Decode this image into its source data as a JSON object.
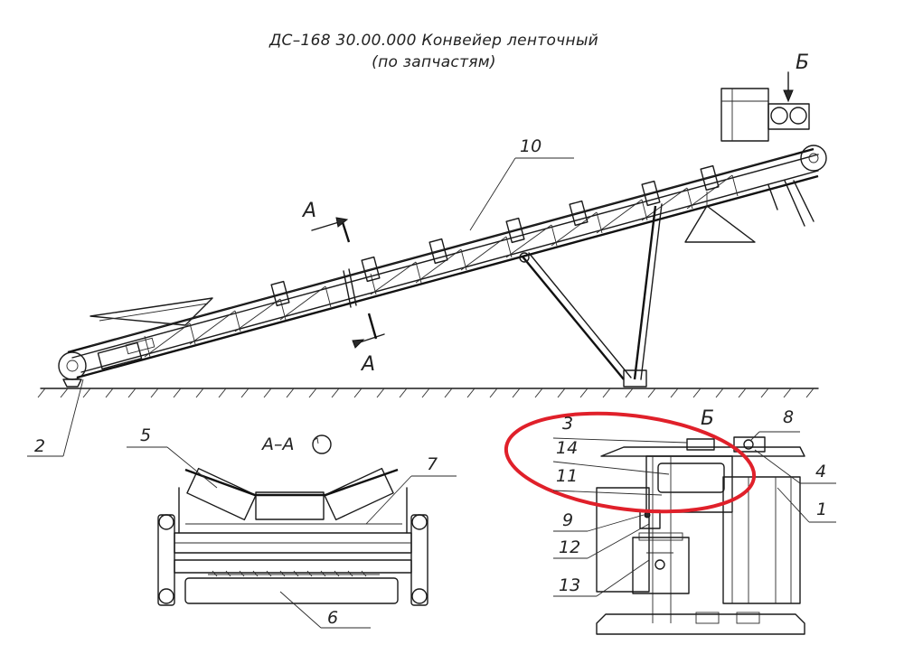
{
  "title": {
    "line1": "ДС–168 30.00.000 Конвейер ленточный",
    "line2": "(по запчастям)"
  },
  "labels": {
    "part_10": "10",
    "part_2": "2",
    "part_5": "5",
    "part_7": "7",
    "part_6": "6",
    "part_3": "3",
    "part_14": "14",
    "part_11": "11",
    "part_9": "9",
    "part_12": "12",
    "part_13": "13",
    "part_8": "8",
    "part_4": "4",
    "part_1": "1",
    "section_a_top": "А",
    "section_a_bottom": "А",
    "section_aa": "А–А",
    "view_b_arrow": "Б",
    "view_b_title": "Б"
  },
  "colors": {
    "line": "#1a1a1a",
    "highlight": "#e0202a",
    "background": "#ffffff"
  }
}
